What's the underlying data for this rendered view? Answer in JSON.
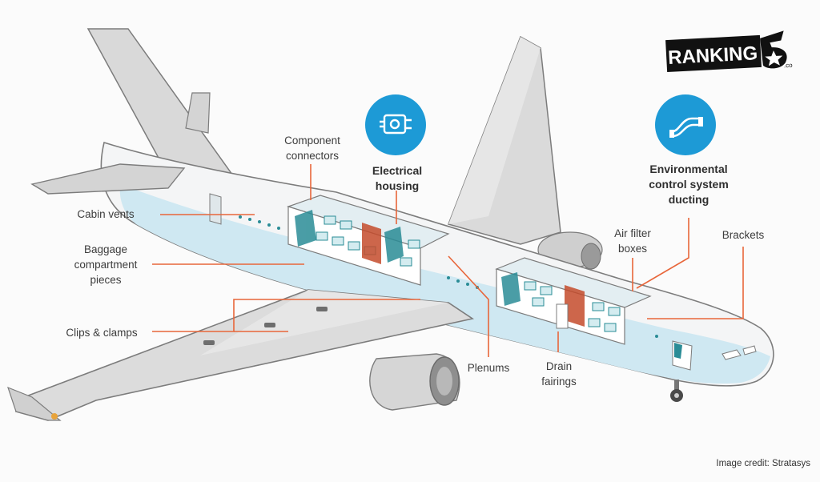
{
  "logo": {
    "text": "RANKING",
    "suffix": ".com",
    "mark": "5"
  },
  "labels": {
    "component_connectors": "Component\nconnectors",
    "electrical_housing": "Electrical\nhousing",
    "environmental_ducting": "Environmental\ncontrol system\nducting",
    "cabin_vents": "Cabin vents",
    "baggage_pieces": "Baggage\ncompartment\npieces",
    "clips_clamps": "Clips & clamps",
    "air_filter_boxes": "Air filter\nboxes",
    "brackets": "Brackets",
    "plenums": "Plenums",
    "drain_fairings": "Drain\nfairings"
  },
  "credit": "Image credit: Stratasys",
  "colors": {
    "leader": "#e8663a",
    "accent": "#1d9ad6",
    "teal": "#2a8c96",
    "fuselage": "#f4f5f6",
    "wing": "#dcdcdc",
    "belly": "#cfe8f2"
  },
  "icons": {
    "electrical": "electrical-housing-icon",
    "ducting": "duct-icon"
  }
}
